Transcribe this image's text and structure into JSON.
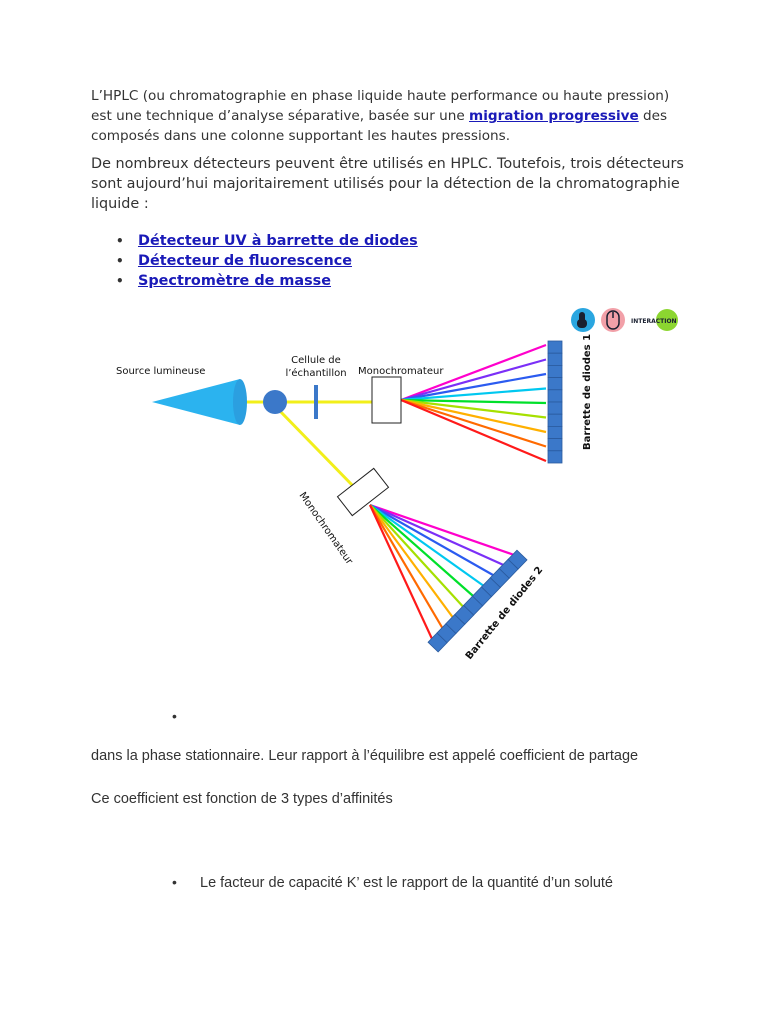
{
  "intro": {
    "part1": "L’HPLC (ou chromatographie en phase liquide haute performance ou haute pression) est une technique d’analyse séparative, basée sur une ",
    "link": "migration progressive",
    "part2": " des composés dans une colonne supportant les hautes pressions."
  },
  "detectors_intro": "De nombreux détecteurs peuvent être utilisés en HPLC. Toutefois, trois détecteurs sont aujourd’hui majoritairement utilisés pour la détection de la chromatographie liquide :",
  "detector_links": [
    "Détecteur UV à barrette de diodes",
    "Détecteur de fluorescence",
    "Spectromètre de masse"
  ],
  "diagram": {
    "labels": {
      "source": "Source lumineuse",
      "cell_line1": "Cellule de",
      "cell_line2": "l’échantillon",
      "mono1": "Monochromateur",
      "mono2": "Monochromateur",
      "diodes1": "Barrette de diodes 1",
      "diodes2": "Barrette de diodes 2",
      "interaction": "INTERACTION"
    },
    "colors": {
      "beam": "#f2ef1a",
      "source": "#2bb3ef",
      "lens": "#3b78c9",
      "diodes": "#3b78c9",
      "spectrum": [
        "#ff00cc",
        "#7b2ff7",
        "#2b5bf0",
        "#00c8f0",
        "#00e02a",
        "#a6e000",
        "#ffb000",
        "#ff6a00",
        "#ff1a1a"
      ],
      "icon_touch": "#2aa6e0",
      "icon_mouse": "#f2a0a8",
      "icon_interaction": "#8cd630"
    }
  },
  "bullet_empty": "•",
  "text_phase": "dans la phase stationnaire. Leur rapport à l’équilibre est appelé coefficient de partage",
  "text_coeff": "Ce coefficient est fonction de 3 types d’affinités",
  "bullet_last": "•",
  "text_factor": "Le facteur de capacité K’ est le rapport de la quantité d’un soluté"
}
